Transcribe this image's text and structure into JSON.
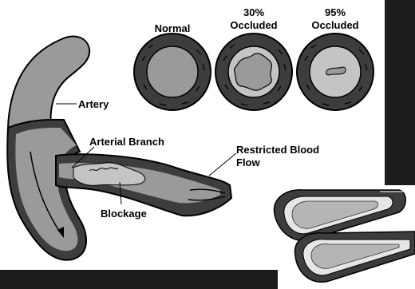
{
  "labels": {
    "normal": "Normal",
    "pct30": "30%",
    "occluded30": "Occluded",
    "pct95": "95%",
    "occluded95": "Occluded",
    "artery": "Artery",
    "arterial_branch": "Arterial Branch",
    "restricted_line1": "Restricted Blood",
    "restricted_line2": "Flow",
    "blockage": "Blockage"
  },
  "occlusion_levels": [
    {
      "name": "Normal",
      "percent": 0
    },
    {
      "name": "Occluded",
      "percent": 30
    },
    {
      "name": "Occluded",
      "percent": 95
    }
  ],
  "colors": {
    "background": "#ffffff",
    "black_panel": "#1c1c1c",
    "vessel_wall": "#3d3d3d",
    "vessel_lumen": "#9a9a9a",
    "plaque": "#c4c4c4",
    "outline": "#000000"
  },
  "icons": [
    "artery-diagram",
    "cross-section-normal",
    "cross-section-30",
    "cross-section-95",
    "vessel-3d-closeup"
  ]
}
